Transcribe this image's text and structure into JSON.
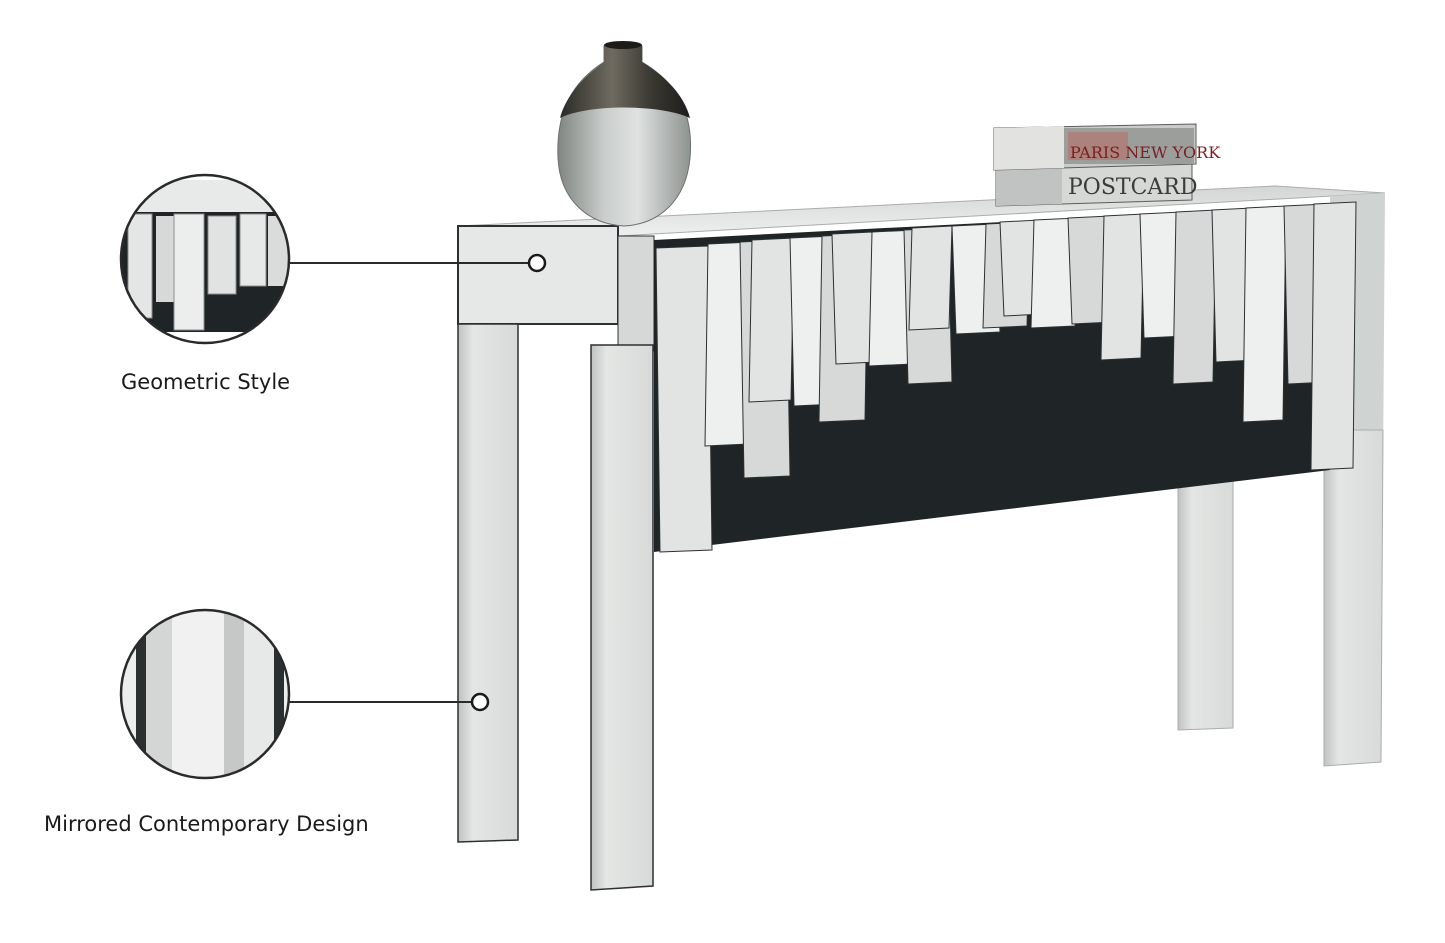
{
  "callouts": [
    {
      "id": "geometric",
      "label": "Geometric Style"
    },
    {
      "id": "mirrored",
      "label": "Mirrored Contemporary Design"
    }
  ],
  "book_spine_top": "PARIS NEW YORK",
  "book_spine_bottom": "POSTCARD",
  "colors": {
    "mirror_light": "#e9ebea",
    "mirror_mid": "#c7cac8",
    "mirror_dark": "#22272a",
    "callout_line": "#2a2a2a",
    "background": "#ffffff"
  }
}
